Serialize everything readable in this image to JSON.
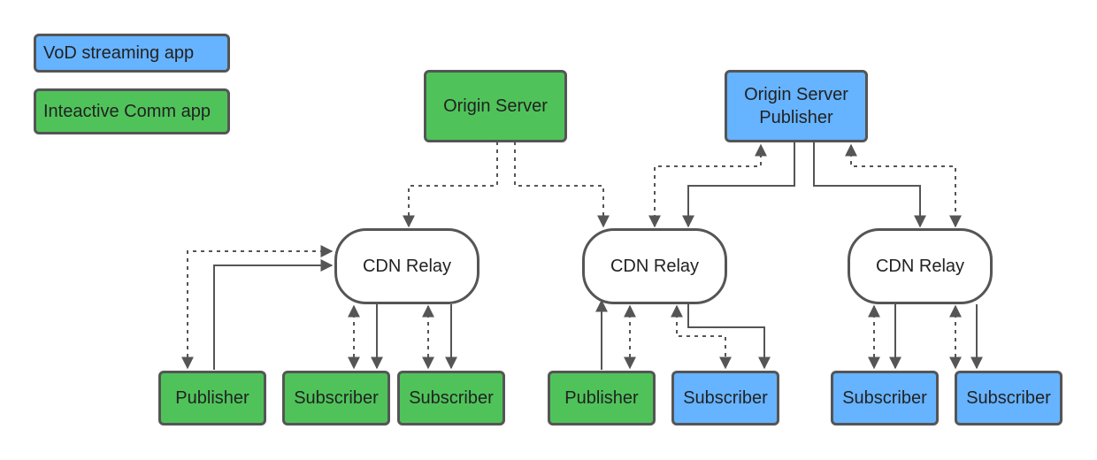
{
  "legend": {
    "vod": {
      "label": "VoD streaming app",
      "color": "#66b3ff"
    },
    "comm": {
      "label": "Inteactive Comm app",
      "color": "#4fc35a"
    }
  },
  "nodes": {
    "origin_comm": {
      "label": "Origin Server",
      "app": "comm"
    },
    "origin_vod": {
      "label_line1": "Origin Server",
      "label_line2": "Publisher",
      "app": "vod"
    },
    "relay_left": {
      "label": "CDN Relay"
    },
    "relay_mid": {
      "label": "CDN Relay"
    },
    "relay_right": {
      "label": "CDN Relay"
    },
    "publisher_1": {
      "label": "Publisher",
      "app": "comm"
    },
    "subscriber_1": {
      "label": "Subscriber",
      "app": "comm"
    },
    "subscriber_2": {
      "label": "Subscriber",
      "app": "comm"
    },
    "publisher_2": {
      "label": "Publisher",
      "app": "comm"
    },
    "subscriber_3": {
      "label": "Subscriber",
      "app": "vod"
    },
    "subscriber_4": {
      "label": "Subscriber",
      "app": "vod"
    },
    "subscriber_5": {
      "label": "Subscriber",
      "app": "vod"
    }
  },
  "colors": {
    "line": "#555555",
    "comm": "#4fc35a",
    "vod": "#66b3ff"
  }
}
